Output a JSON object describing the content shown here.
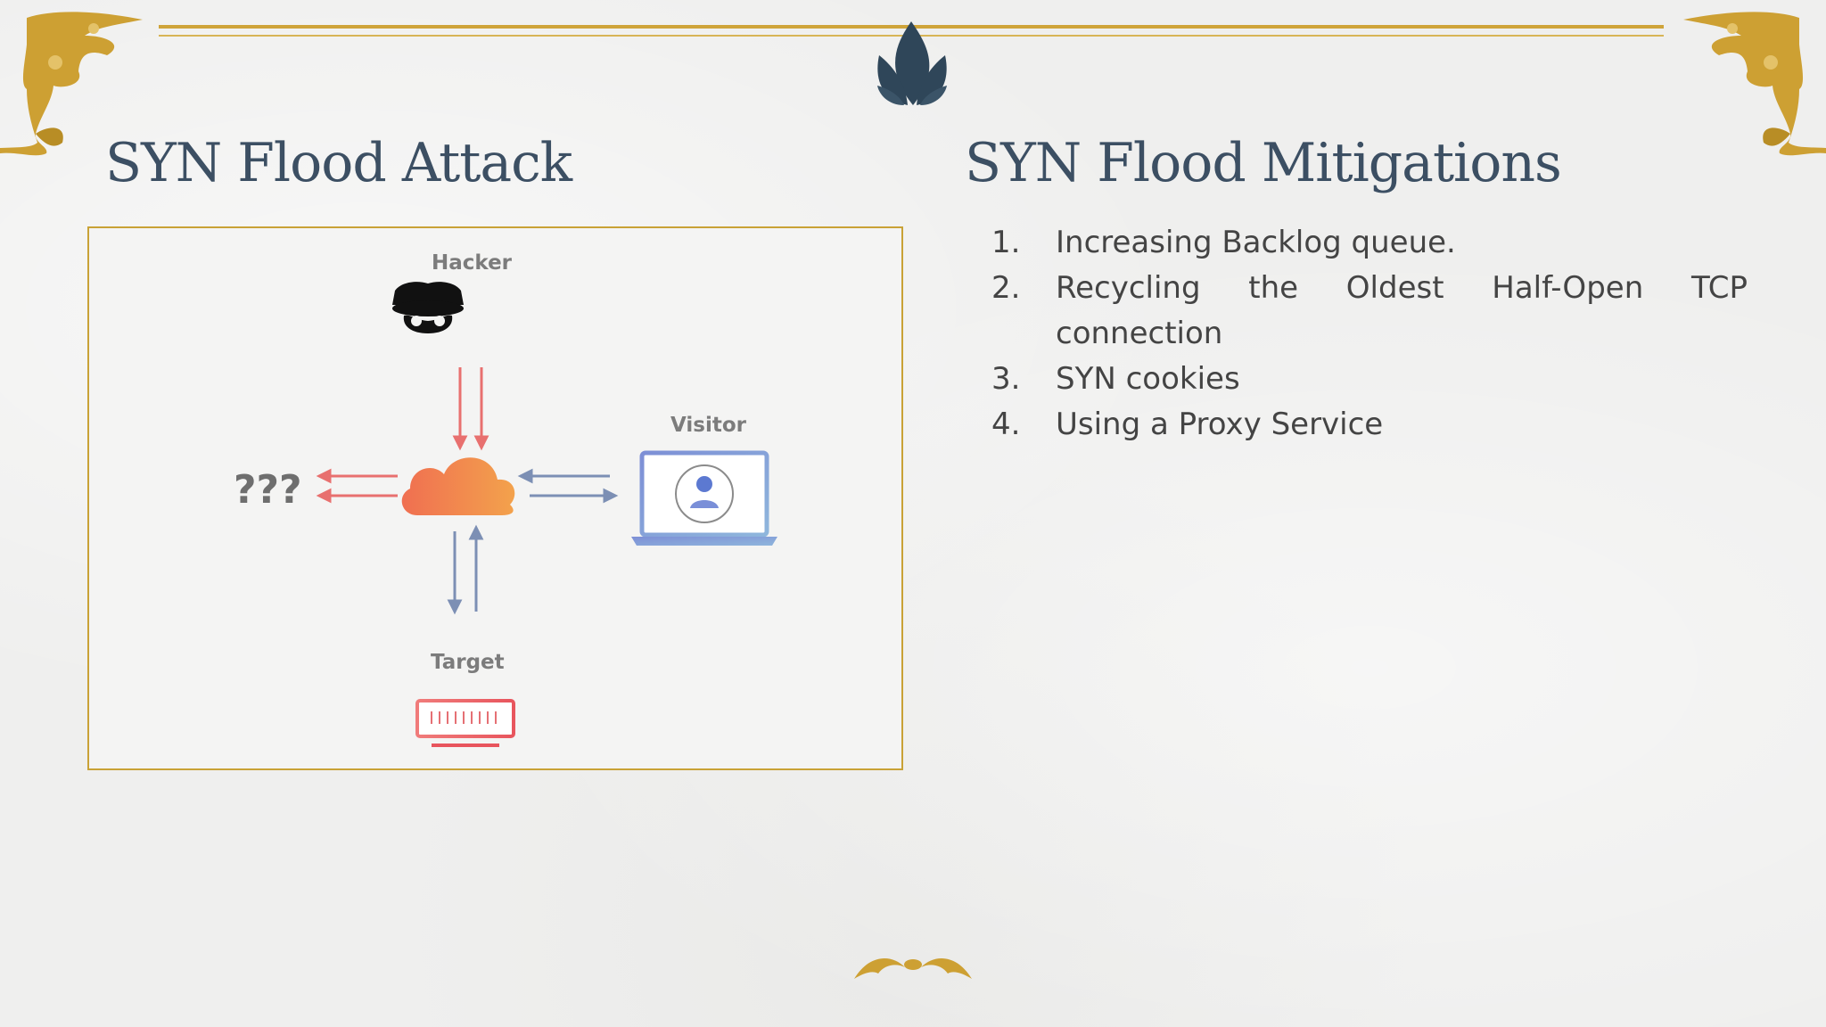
{
  "slide": {
    "left_title": "SYN Flood Attack",
    "right_title": "SYN Flood Mitigations"
  },
  "diagram": {
    "labels": {
      "hacker": "Hacker",
      "visitor": "Visitor",
      "target": "Target",
      "unknown": "???"
    },
    "icons": [
      "hacker-icon",
      "cloud-icon",
      "laptop-icon",
      "server-icon"
    ],
    "colors": {
      "red_arrow": "#e8706f",
      "blue_arrow": "#7c8fb4",
      "cloud_start": "#f06f51",
      "cloud_end": "#f3a24c",
      "border": "#c9a236"
    }
  },
  "mitigations": {
    "items": [
      {
        "num": "1.",
        "text": "Increasing Backlog queue."
      },
      {
        "num": "2.",
        "text": "Recycling the Oldest Half-Open TCP connection"
      },
      {
        "num": "3.",
        "text": "SYN cookies"
      },
      {
        "num": "4.",
        "text": "Using a Proxy Service"
      }
    ]
  },
  "theme": {
    "title_color": "#3c4f63",
    "gold": "#c9a236",
    "lotus": "#2f4659"
  }
}
